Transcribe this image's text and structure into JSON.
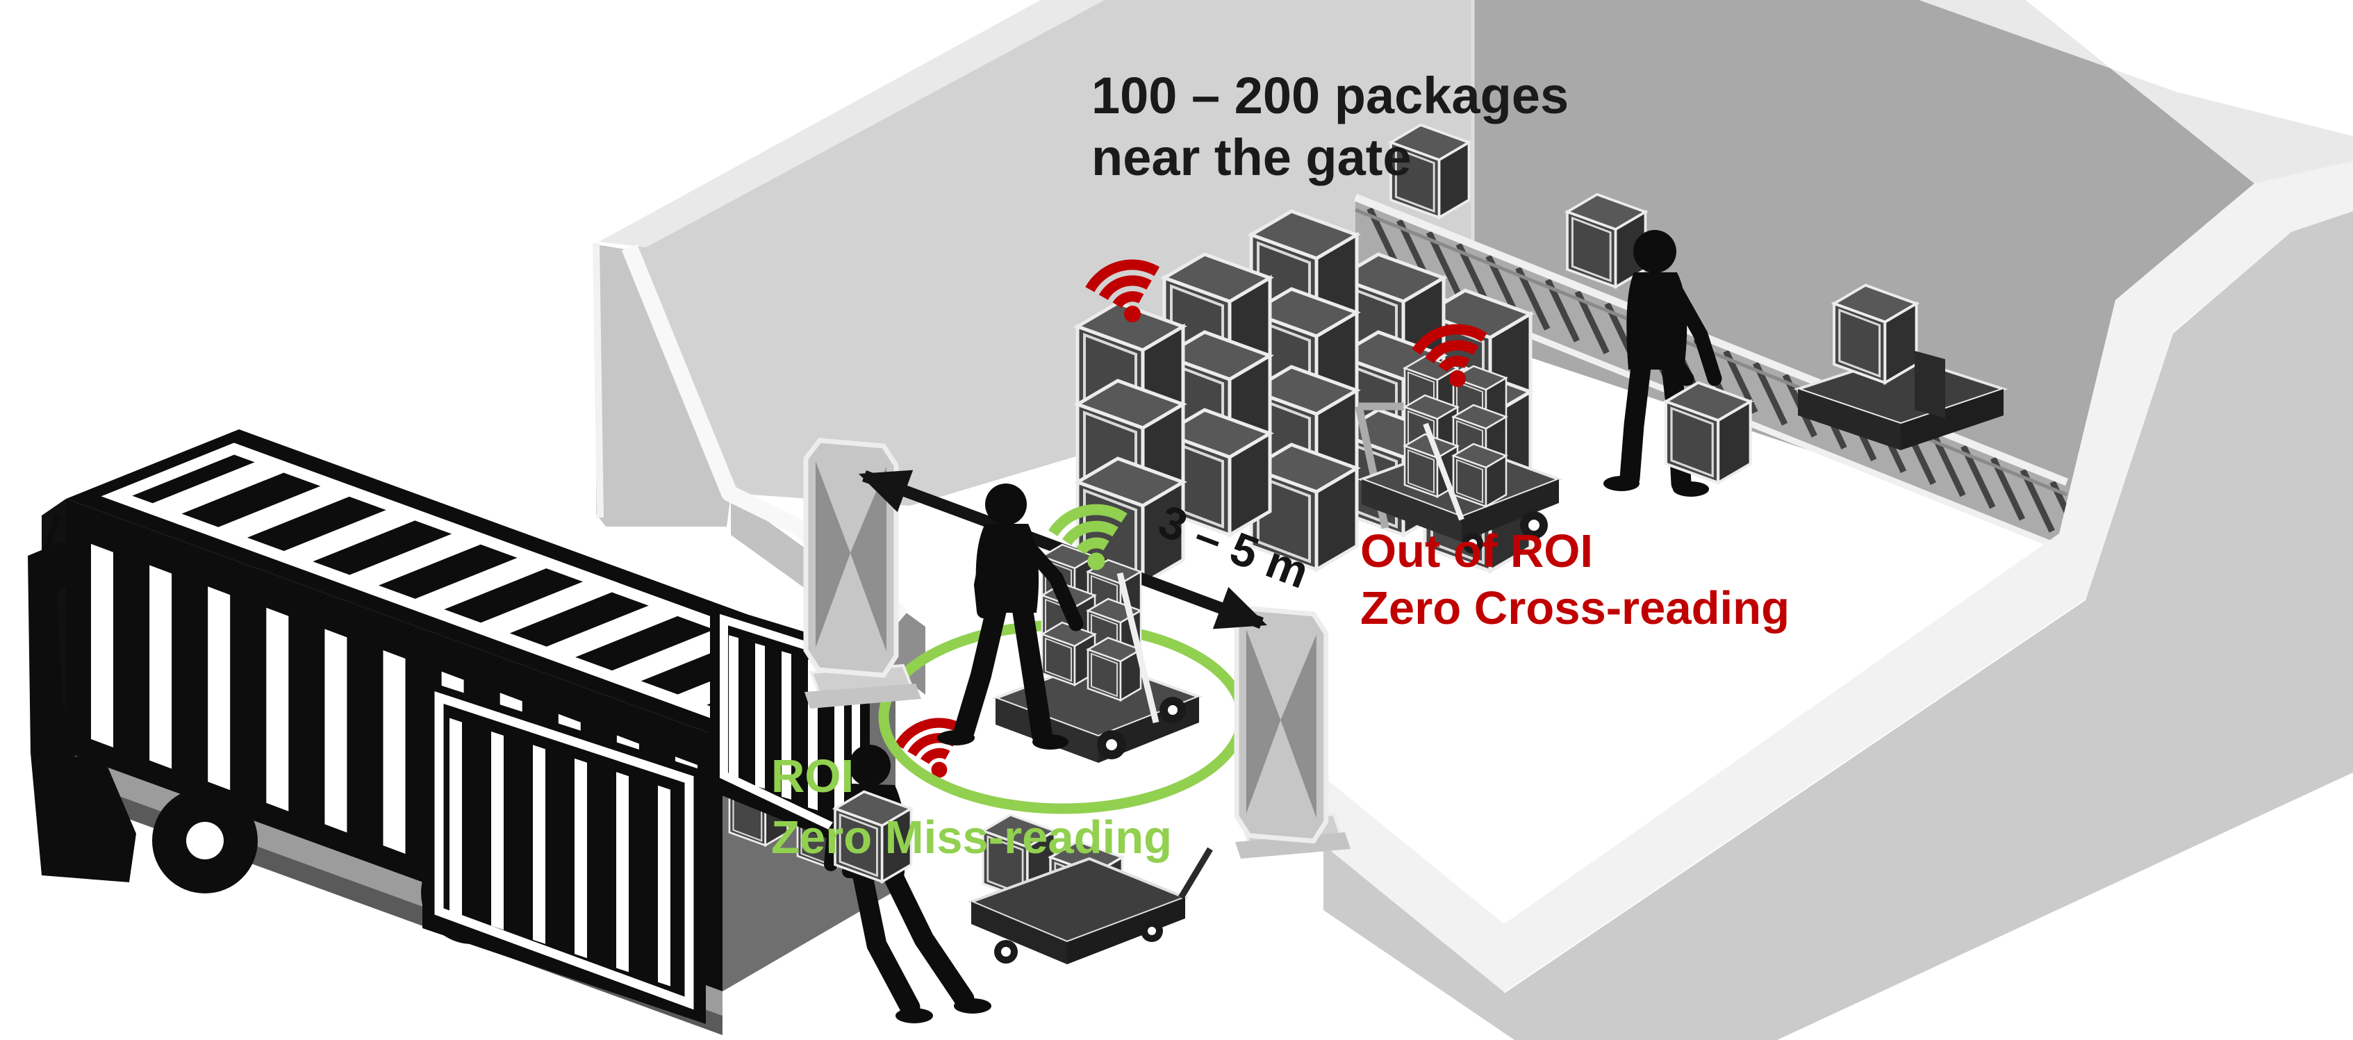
{
  "diagram": {
    "description": "Warehouse RFID gate reading scenario",
    "note_packages": {
      "line1": "100 – 200 packages",
      "line2": "near the gate"
    },
    "distance_label": "3 – 5 m",
    "out_of_roi": {
      "line1": "Out of ROI",
      "line2": "Zero Cross-reading"
    },
    "roi": {
      "line1": "ROI",
      "line2": "Zero Miss-reading"
    },
    "colors": {
      "alert_red": "#C00000",
      "roi_green": "#92D050",
      "text_black": "#1A1A1A",
      "wall_left": "#D2D2D2",
      "wall_back_right": "#A9A9A9",
      "silhouette_black": "#0D0D0D"
    },
    "icons": [
      {
        "name": "rfid-signal-icon-red-stack",
        "color": "#C00000"
      },
      {
        "name": "rfid-signal-icon-red-cart",
        "color": "#C00000"
      },
      {
        "name": "rfid-signal-icon-red-truck",
        "color": "#C00000"
      },
      {
        "name": "rfid-signal-icon-green-roi",
        "color": "#92D050"
      }
    ]
  }
}
